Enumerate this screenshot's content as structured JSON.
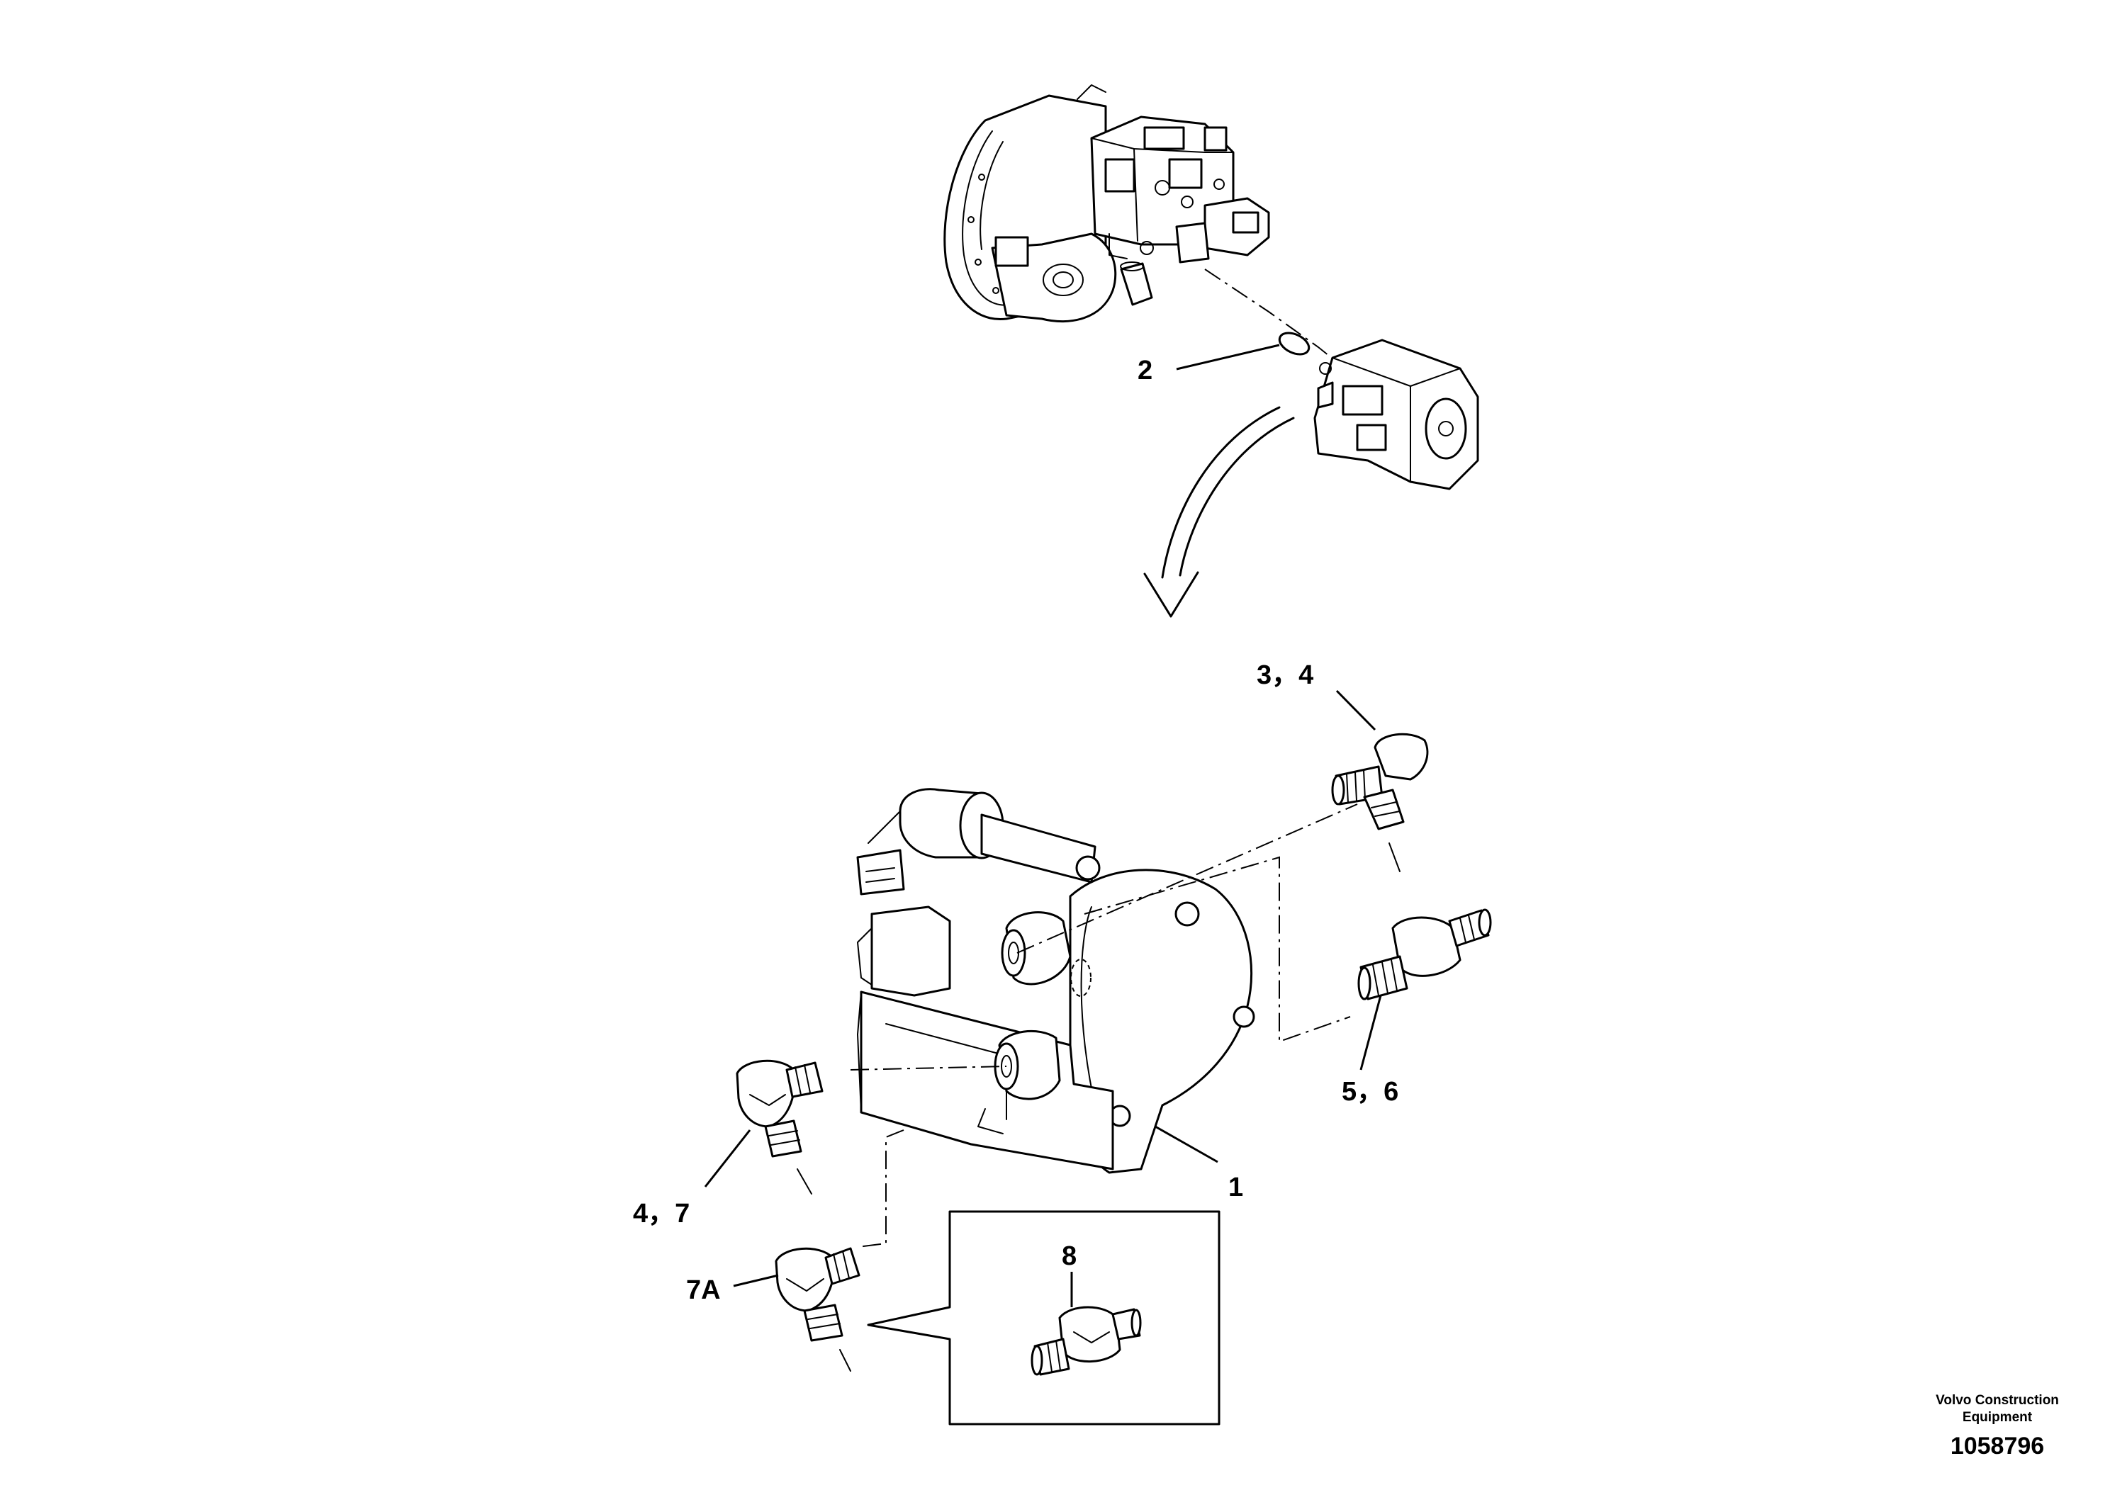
{
  "callouts": {
    "c2": "2",
    "c34": "3，4",
    "c56": "5，6",
    "c1": "1",
    "c47": "4，7",
    "c7a": "7A",
    "c8": "8"
  },
  "footer": {
    "brand_line1": "Volvo Construction",
    "brand_line2": "Equipment",
    "doc_number": "1058796"
  }
}
